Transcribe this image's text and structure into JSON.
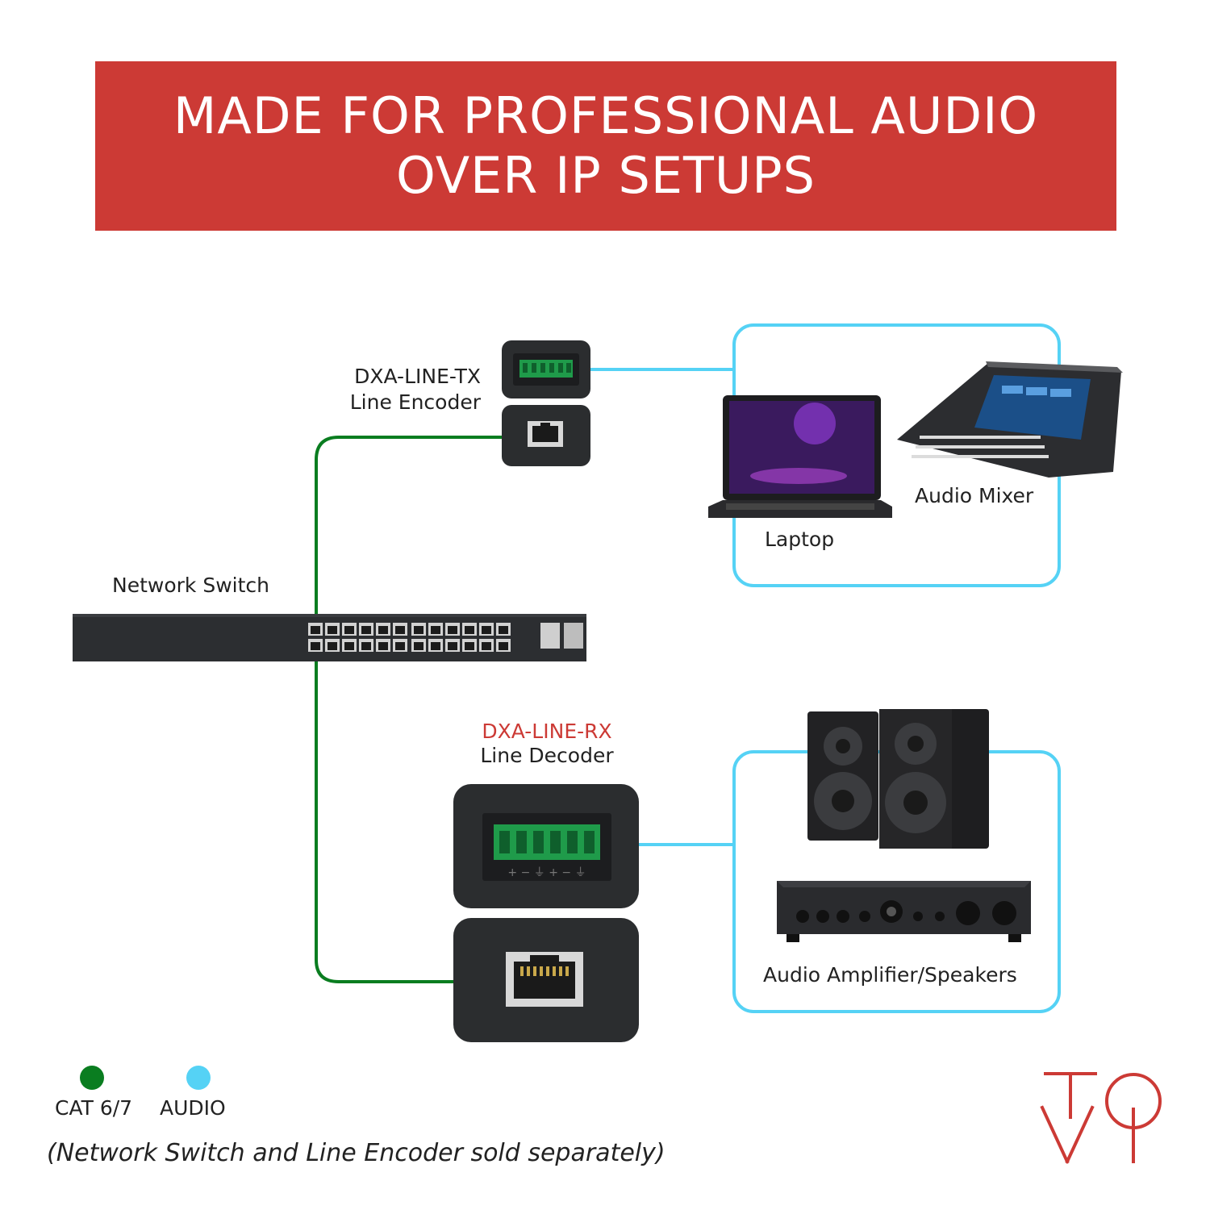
{
  "header": {
    "line1": "MADE FOR PROFESSIONAL AUDIO",
    "line2": "OVER IP SETUPS"
  },
  "encoder": {
    "model": "DXA-LINE-TX",
    "name": "Line Encoder"
  },
  "decoder": {
    "model": "DXA-LINE-RX",
    "name": "Line Decoder"
  },
  "devices": {
    "network_switch": "Network Switch",
    "laptop": "Laptop",
    "audio_mixer": "Audio Mixer",
    "amp_speakers": "Audio Amplifier/Speakers"
  },
  "legend": {
    "cat": {
      "label": "CAT 6/7",
      "color": "#0a7d20"
    },
    "audio": {
      "label": "AUDIO",
      "color": "#55d2f5"
    }
  },
  "note": "(Network Switch and Line Encoder sold separately)",
  "colors": {
    "banner": "#cc3a35",
    "rx_model": "#cc3a35",
    "logo": "#cc3a35"
  }
}
